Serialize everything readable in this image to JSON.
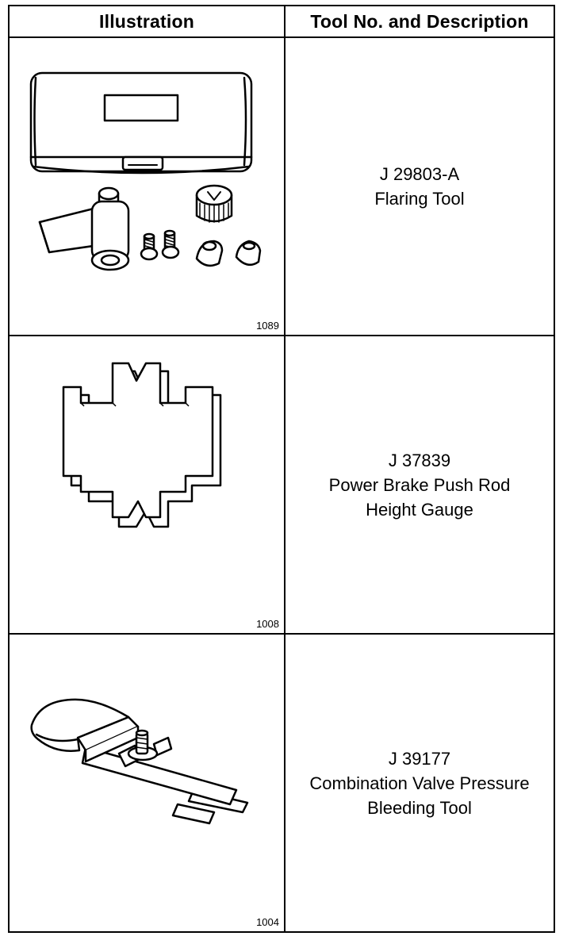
{
  "header": {
    "illustration": "Illustration",
    "tool_desc": "Tool No. and Description"
  },
  "rows": [
    {
      "figure_no": "1089",
      "tool_no": "J 29803-A",
      "desc_lines": [
        "Flaring Tool"
      ],
      "icon": "flaring-tool-kit"
    },
    {
      "figure_no": "1008",
      "tool_no": "J 37839",
      "desc_lines": [
        "Power Brake Push Rod",
        "Height Gauge"
      ],
      "icon": "push-rod-height-gauge"
    },
    {
      "figure_no": "1004",
      "tool_no": "J 39177",
      "desc_lines": [
        "Combination Valve Pressure",
        "Bleeding Tool"
      ],
      "icon": "combination-valve-bleeding-tool"
    }
  ]
}
